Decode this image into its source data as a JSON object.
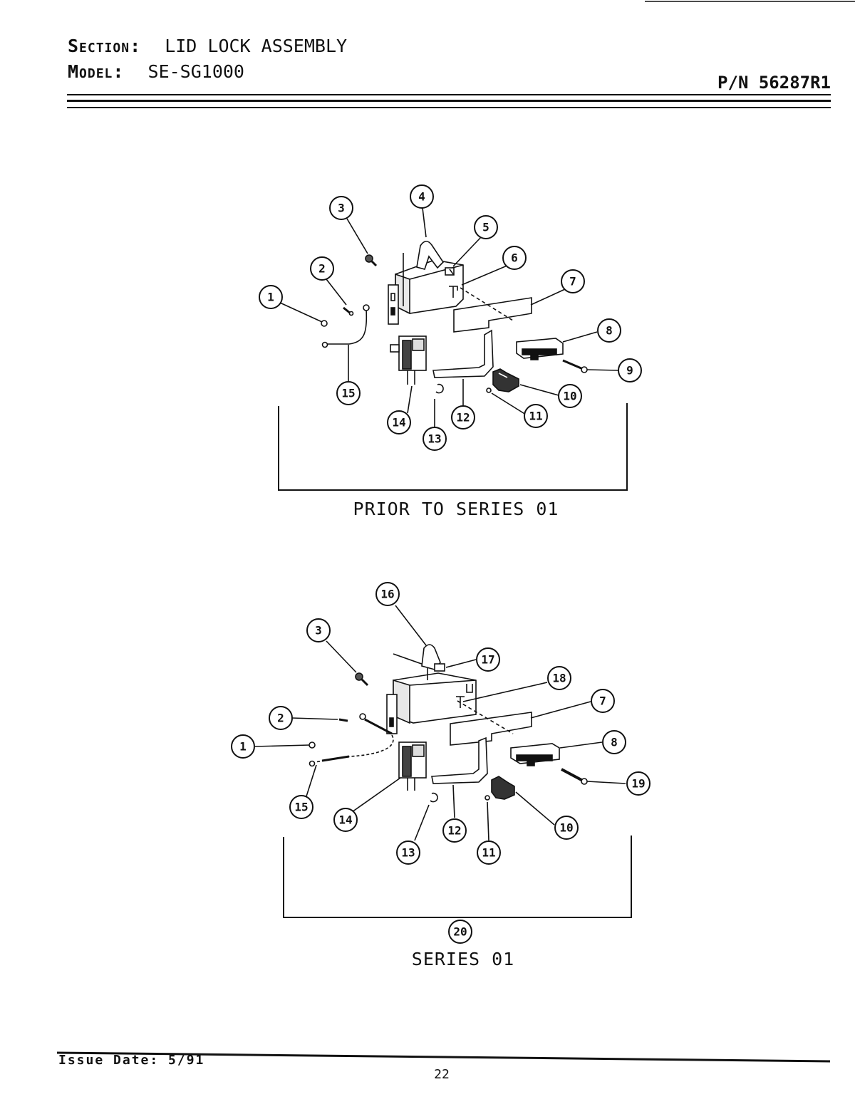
{
  "header": {
    "section_label": "Section:",
    "section_value": "LID LOCK ASSEMBLY",
    "model_label": "Model:",
    "model_value": "SE-SG1000",
    "part_number": "P/N 56287R1"
  },
  "diagrams": [
    {
      "caption": "PRIOR TO SERIES 01",
      "callouts": [
        "1",
        "2",
        "3",
        "4",
        "5",
        "6",
        "7",
        "8",
        "9",
        "10",
        "11",
        "12",
        "13",
        "14",
        "15"
      ]
    },
    {
      "caption": "SERIES 01",
      "callouts": [
        "1",
        "2",
        "3",
        "16",
        "17",
        "18",
        "7",
        "8",
        "19",
        "10",
        "11",
        "12",
        "13",
        "14",
        "15",
        "20"
      ]
    }
  ],
  "footer": {
    "issue_date": "Issue Date: 5/91",
    "page_number": "22"
  }
}
